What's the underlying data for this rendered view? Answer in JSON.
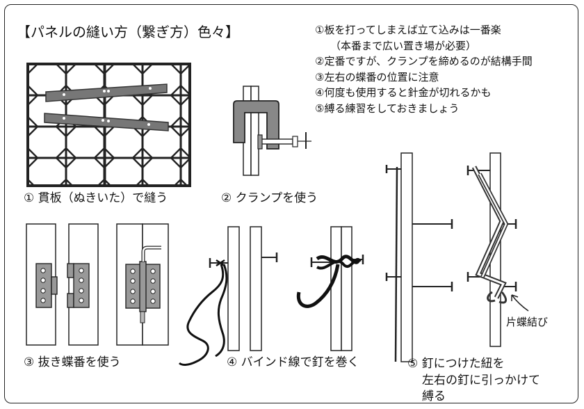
{
  "title": "【パネルの縫い方（繋ぎ方）色々】",
  "notes": [
    "①板を打ってしまえば立て込みは一番楽",
    "（本番まで広い置き場が必要）",
    "②定番ですが、クランプを締めるのが結構手間",
    "③左右の蝶番の位置に注意",
    "④何度も使用すると針金が切れるかも",
    "⑤縛る練習をしておきましょう"
  ],
  "captions": {
    "method1": "① 貫板（ぬきいた）で縫う",
    "method2": "② クランプを使う",
    "method3": "③ 抜き蝶番を使う",
    "method4": "④ バインド線で釘を巻く",
    "method5_line1": "⑤ 釘につけた紐を",
    "method5_line2": "左右の釘に引っかけて",
    "method5_line3": "縛る",
    "bow_knot_label": "片蝶結び"
  }
}
